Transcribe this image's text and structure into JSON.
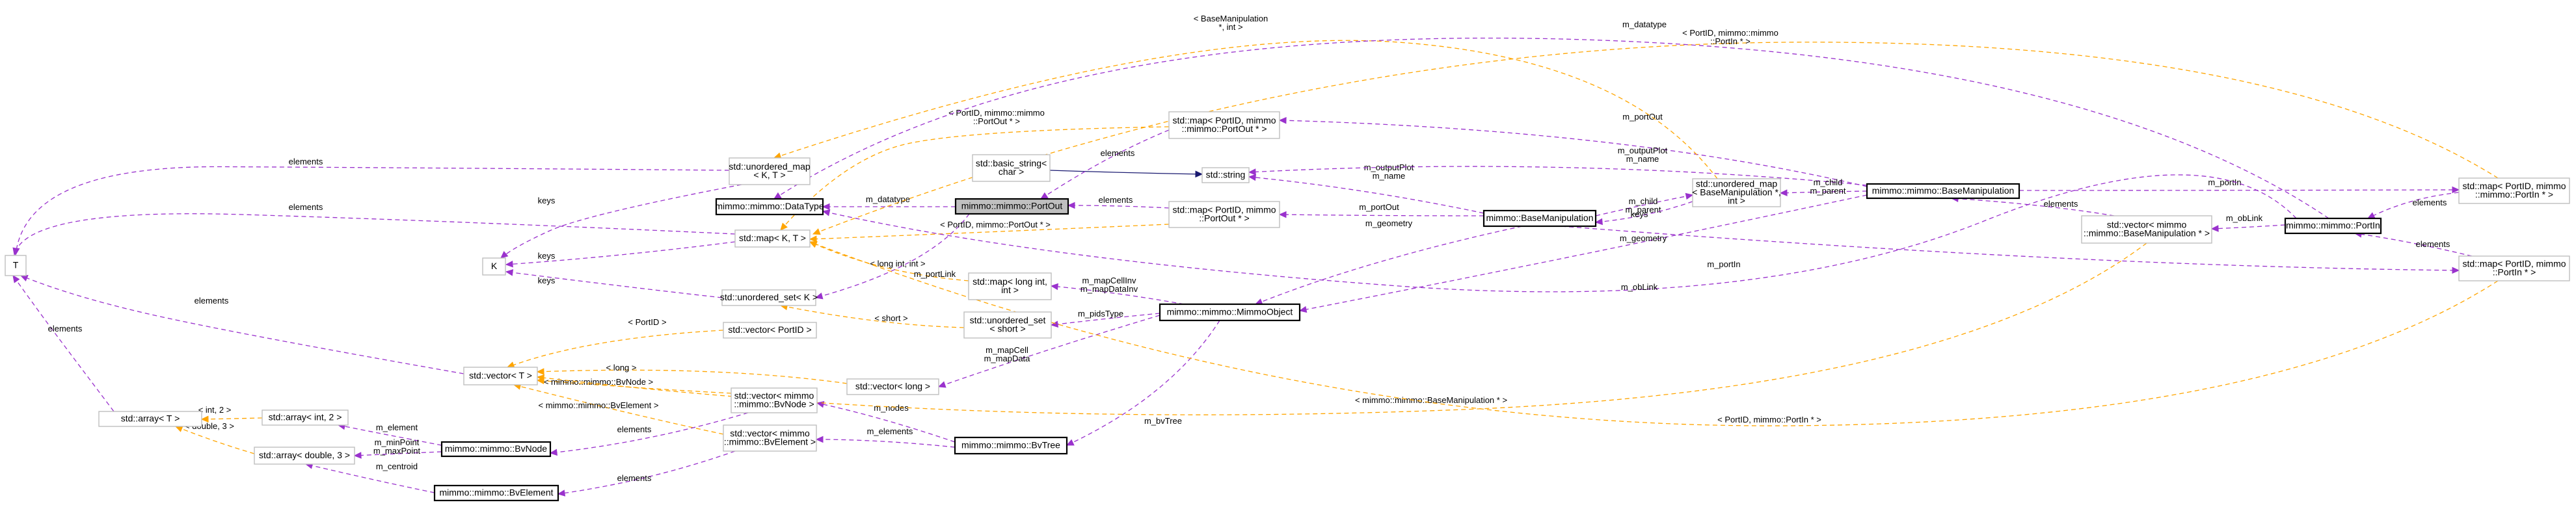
{
  "nodes": [
    {
      "id": "T",
      "lines": [
        "T"
      ]
    },
    {
      "id": "array_T",
      "lines": [
        "std::array< T >"
      ]
    },
    {
      "id": "array_int_2",
      "lines": [
        "std::array< int, 2 >"
      ]
    },
    {
      "id": "array_double_3",
      "lines": [
        "std::array< double, 3 >"
      ]
    },
    {
      "id": "BvNode",
      "lines": [
        "mimmo::mimmo::BvNode"
      ]
    },
    {
      "id": "BvElement",
      "lines": [
        "mimmo::mimmo::BvElement"
      ]
    },
    {
      "id": "vector_T",
      "lines": [
        "std::vector< T >"
      ]
    },
    {
      "id": "K",
      "lines": [
        "K"
      ]
    },
    {
      "id": "unordered_map_K_T",
      "lines": [
        "std::unordered_map",
        "< K, T >"
      ]
    },
    {
      "id": "DataType",
      "lines": [
        "mimmo::mimmo::DataType"
      ]
    },
    {
      "id": "map_K_T",
      "lines": [
        "std::map< K, T >"
      ]
    },
    {
      "id": "unordered_set_K",
      "lines": [
        "std::unordered_set< K >"
      ]
    },
    {
      "id": "vector_PortID",
      "lines": [
        "std::vector< PortID >"
      ]
    },
    {
      "id": "vector_BvNode",
      "lines": [
        "std::vector< mimmo",
        "::mimmo::BvNode >"
      ]
    },
    {
      "id": "vector_BvElement",
      "lines": [
        "std::vector< mimmo",
        "::mimmo::BvElement >"
      ]
    },
    {
      "id": "vector_long",
      "lines": [
        "std::vector< long >"
      ]
    },
    {
      "id": "basic_string",
      "lines": [
        "std::basic_string<",
        "char >"
      ]
    },
    {
      "id": "PortOut",
      "lines": [
        "mimmo::mimmo::PortOut"
      ]
    },
    {
      "id": "map_long_int",
      "lines": [
        "std::map< long int,",
        "int >"
      ]
    },
    {
      "id": "unordered_set_short",
      "lines": [
        "std::unordered_set",
        "< short >"
      ]
    },
    {
      "id": "BvTree",
      "lines": [
        "mimmo::mimmo::BvTree"
      ]
    },
    {
      "id": "map_PortID_PortOutPtr_top",
      "lines": [
        "std::map< PortID, mimmo",
        "::mimmo::PortOut * >"
      ]
    },
    {
      "id": "string",
      "lines": [
        "std::string"
      ]
    },
    {
      "id": "map_PortID_PortOutPtr_mid",
      "lines": [
        "std::map< PortID, mimmo",
        "::PortOut * >"
      ]
    },
    {
      "id": "MimmoObject",
      "lines": [
        "mimmo::mimmo::MimmoObject"
      ]
    },
    {
      "id": "BaseManipulation_left",
      "lines": [
        "mimmo::BaseManipulation"
      ]
    },
    {
      "id": "unordered_map_BM_int",
      "lines": [
        "std::unordered_map",
        "< BaseManipulation *,",
        "int >"
      ]
    },
    {
      "id": "BaseManipulation_right",
      "lines": [
        "mimmo::mimmo::BaseManipulation"
      ]
    },
    {
      "id": "vector_BMptr",
      "lines": [
        "std::vector< mimmo",
        "::mimmo::BaseManipulation * >"
      ]
    },
    {
      "id": "PortIn",
      "lines": [
        "mimmo::mimmo::PortIn"
      ]
    },
    {
      "id": "map_PortID_PortInPtr_top",
      "lines": [
        "std::map< PortID, mimmo",
        "::mimmo::PortIn * >"
      ]
    },
    {
      "id": "map_PortID_PortInPtr_bottom",
      "lines": [
        "std::map< PortID, mimmo",
        "::PortIn * >"
      ]
    }
  ],
  "edges": [
    {
      "id": "e1",
      "kind": "member",
      "lines": [
        "elements"
      ]
    },
    {
      "id": "e2",
      "kind": "member",
      "lines": [
        "elements"
      ]
    },
    {
      "id": "e3",
      "kind": "member",
      "lines": [
        "elements"
      ]
    },
    {
      "id": "e4",
      "kind": "member",
      "lines": [
        "elements"
      ]
    },
    {
      "id": "e5",
      "kind": "member",
      "lines": [
        "keys"
      ]
    },
    {
      "id": "e6",
      "kind": "member",
      "lines": [
        "keys"
      ]
    },
    {
      "id": "e7",
      "kind": "member",
      "lines": [
        "keys"
      ]
    },
    {
      "id": "e8",
      "kind": "template",
      "lines": [
        "< int, 2 >"
      ]
    },
    {
      "id": "e9",
      "kind": "template",
      "lines": [
        "< double, 3 >"
      ]
    },
    {
      "id": "e10",
      "kind": "member",
      "lines": [
        "m_element"
      ]
    },
    {
      "id": "e11",
      "kind": "member",
      "lines": [
        "m_minPoint",
        "m_maxPoint"
      ]
    },
    {
      "id": "e12",
      "kind": "member",
      "lines": [
        "m_centroid"
      ]
    },
    {
      "id": "e13",
      "kind": "template",
      "lines": [
        "< mimmo::mimmo::BvNode >"
      ]
    },
    {
      "id": "e14",
      "kind": "template",
      "lines": [
        "< mimmo::mimmo::BvElement >"
      ]
    },
    {
      "id": "e15",
      "kind": "template",
      "lines": [
        "< long >"
      ]
    },
    {
      "id": "e16",
      "kind": "template",
      "lines": [
        "< PortID >"
      ]
    },
    {
      "id": "e17",
      "kind": "member",
      "lines": [
        "elements"
      ]
    },
    {
      "id": "e18",
      "kind": "member",
      "lines": [
        "elements"
      ]
    },
    {
      "id": "e19",
      "kind": "member",
      "lines": [
        "m_nodes"
      ]
    },
    {
      "id": "e20",
      "kind": "member",
      "lines": [
        "m_elements"
      ]
    },
    {
      "id": "e21",
      "kind": "member",
      "lines": [
        "m_bvTree"
      ]
    },
    {
      "id": "e22",
      "kind": "member",
      "lines": [
        "m_mapCell",
        "m_mapData"
      ]
    },
    {
      "id": "e23",
      "kind": "member",
      "lines": [
        "m_pidsType"
      ]
    },
    {
      "id": "e24",
      "kind": "member",
      "lines": [
        "m_mapCellInv",
        "m_mapDataInv"
      ]
    },
    {
      "id": "e25",
      "kind": "template",
      "lines": [
        "< short >"
      ]
    },
    {
      "id": "e26",
      "kind": "template",
      "lines": [
        "< long int, int >"
      ]
    },
    {
      "id": "e27",
      "kind": "member",
      "lines": [
        "m_portLink"
      ]
    },
    {
      "id": "e28",
      "kind": "member",
      "lines": [
        "m_datatype"
      ]
    },
    {
      "id": "e29",
      "kind": "inherit",
      "lines": []
    },
    {
      "id": "e30",
      "kind": "member",
      "lines": [
        "elements"
      ]
    },
    {
      "id": "e31",
      "kind": "member",
      "lines": [
        "elements"
      ]
    },
    {
      "id": "e32",
      "kind": "template",
      "lines": [
        "< PortID, mimmo::mimmo",
        "::PortOut * >"
      ]
    },
    {
      "id": "e33",
      "kind": "template",
      "lines": [
        "< PortID, mimmo::PortOut * >"
      ]
    },
    {
      "id": "e34",
      "kind": "member",
      "lines": [
        "m_portOut"
      ]
    },
    {
      "id": "e35",
      "kind": "member",
      "lines": [
        "m_portOut"
      ]
    },
    {
      "id": "e36",
      "kind": "member",
      "lines": [
        "m_outputPlot",
        "m_name"
      ]
    },
    {
      "id": "e37",
      "kind": "member",
      "lines": [
        "m_outputPlot",
        "m_name"
      ]
    },
    {
      "id": "e38",
      "kind": "member",
      "lines": [
        "m_geometry"
      ]
    },
    {
      "id": "e39",
      "kind": "member",
      "lines": [
        "m_geometry"
      ]
    },
    {
      "id": "e40",
      "kind": "member",
      "lines": [
        "m_child",
        "m_parent"
      ]
    },
    {
      "id": "e41",
      "kind": "member",
      "lines": [
        "m_child",
        "m_parent"
      ]
    },
    {
      "id": "e42",
      "kind": "template",
      "lines": [
        "< BaseManipulation",
        "*, int >"
      ]
    },
    {
      "id": "e43",
      "kind": "member",
      "lines": [
        "keys"
      ]
    },
    {
      "id": "e44",
      "kind": "member",
      "lines": [
        "elements"
      ]
    },
    {
      "id": "e45",
      "kind": "template",
      "lines": [
        "< mimmo::mimmo::BaseManipulation * >"
      ]
    },
    {
      "id": "e46",
      "kind": "member",
      "lines": [
        "m_portIn"
      ]
    },
    {
      "id": "e47",
      "kind": "member",
      "lines": [
        "m_portIn"
      ]
    },
    {
      "id": "e48",
      "kind": "member",
      "lines": [
        "m_obLink"
      ]
    },
    {
      "id": "e49",
      "kind": "member",
      "lines": [
        "m_obLink"
      ]
    },
    {
      "id": "e50",
      "kind": "member",
      "lines": [
        "elements"
      ]
    },
    {
      "id": "e51",
      "kind": "member",
      "lines": [
        "elements"
      ]
    },
    {
      "id": "e52",
      "kind": "template",
      "lines": [
        "< PortID, mimmo::mimmo",
        "::PortIn * >"
      ]
    },
    {
      "id": "e53",
      "kind": "template",
      "lines": [
        "< PortID, mimmo::PortIn * >"
      ]
    },
    {
      "id": "e54",
      "kind": "member",
      "lines": [
        "m_datatype"
      ]
    }
  ]
}
